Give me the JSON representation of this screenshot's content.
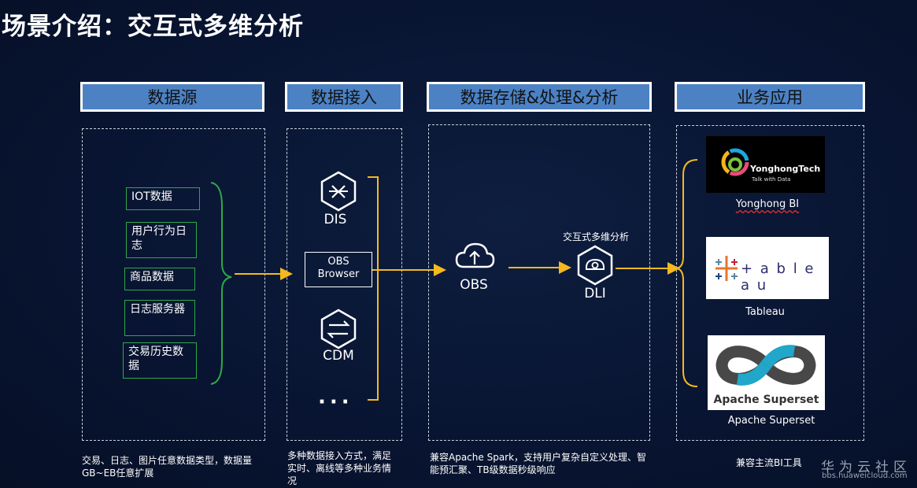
{
  "title": "场景介绍：交互式多维分析",
  "columns": {
    "source": {
      "header": "数据源",
      "caption": "交易、日志、图片任意数据类型，数据量GB~EB任意扩展"
    },
    "ingest": {
      "header": "数据接入",
      "caption": "多种数据接入方式，满足实时、离线等多种业务情况"
    },
    "storage": {
      "header": "数据存储&处理&分析",
      "caption": "兼容Apache Spark，支持用户复杂自定义处理、智能预汇聚、TB级数据秒级响应"
    },
    "apps": {
      "header": "业务应用",
      "caption": "兼容主流BI工具"
    }
  },
  "sources": [
    "IOT数据",
    "用户行为日志",
    "商品数据",
    "日志服务器",
    "交易历史数据"
  ],
  "ingest_items": {
    "dis": "DIS",
    "obs_browser_line1": "OBS",
    "obs_browser_line2": "Browser",
    "cdm": "CDM",
    "more": "···"
  },
  "storage_items": {
    "obs": "OBS",
    "dli": "DLI",
    "dli_note": "交互式多维分析"
  },
  "apps_items": {
    "yonghong": {
      "logo_name": "YonghongTech",
      "logo_tagline": "Talk with Data",
      "label": "Yonghong BI"
    },
    "tableau": {
      "logo_text": "+ a b l e a u",
      "label": "Tableau"
    },
    "superset": {
      "logo_text": "Apache Superset",
      "label": "Apache Superset"
    }
  },
  "watermark": {
    "brand": "华为云社区",
    "url": "bbs.huaweicloud.com"
  },
  "colors": {
    "accent_yellow": "#f5b91e",
    "green": "#2ea84a",
    "header_blue": "#4c82c4"
  }
}
